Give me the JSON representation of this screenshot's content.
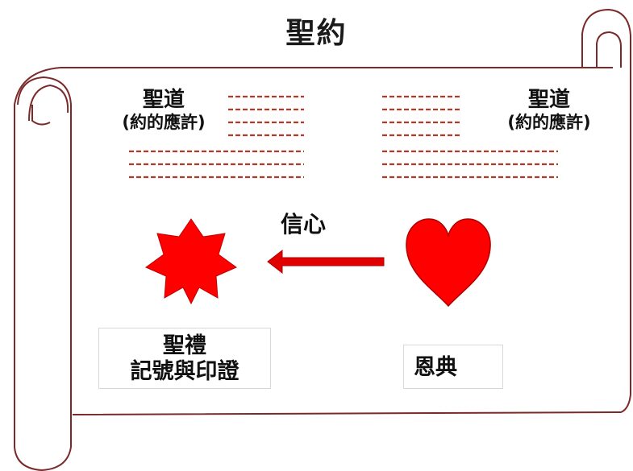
{
  "title": "聖約",
  "word_left": {
    "line1": "聖道",
    "line2": "(約的應許)"
  },
  "word_right": {
    "line1": "聖道",
    "line2": "(約的應許)"
  },
  "faith": "信心",
  "sacrament": {
    "line1": "聖禮",
    "line2": "記號與印證"
  },
  "grace": "恩典",
  "colors": {
    "scroll_stroke": "#7b2a2a",
    "accent_red": "#ff0000",
    "dash_red": "#b0392c"
  },
  "icons": [
    "seven-point-star-icon",
    "left-arrow-icon",
    "heart-icon"
  ]
}
